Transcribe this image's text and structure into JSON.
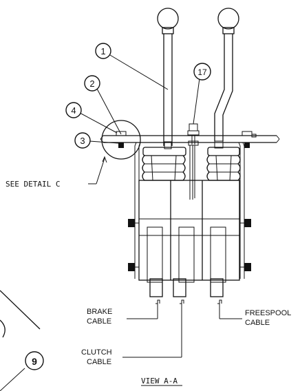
{
  "callouts": {
    "c1": "1",
    "c2": "2",
    "c3": "3",
    "c4": "4",
    "c9": "9",
    "c17": "17"
  },
  "labels": {
    "see_detail": "SEE DETAIL C",
    "brake_line1": "BRAKE",
    "brake_line2": "CABLE",
    "clutch_line1": "CLUTCH",
    "clutch_line2": "CABLE",
    "freespool_line1": "FREESPOOL",
    "freespool_line2": "CABLE",
    "view_title": "VIEW A-A"
  }
}
